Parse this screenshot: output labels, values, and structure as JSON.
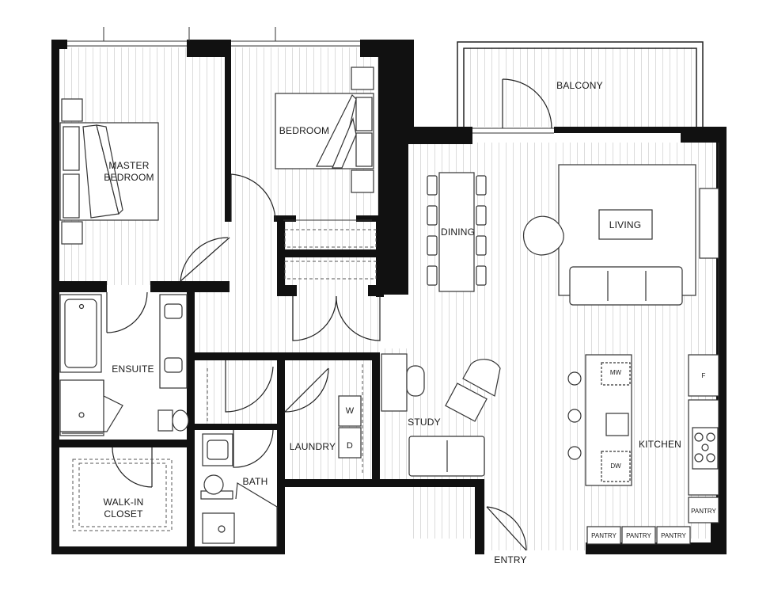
{
  "rooms": {
    "master_bedroom": [
      "MASTER",
      "BEDROOM"
    ],
    "bedroom": "BEDROOM",
    "balcony": "BALCONY",
    "dining": "DINING",
    "living": "LIVING",
    "ensuite": "ENSUITE",
    "study": "STUDY",
    "laundry": "LAUNDRY",
    "kitchen": "KITCHEN",
    "walk_in_closet": [
      "WALK-IN",
      "CLOSET"
    ],
    "bath": "BATH",
    "entry": "ENTRY"
  },
  "fixtures": {
    "washer": "W",
    "dryer": "D",
    "microwave": "MW",
    "dishwasher": "DW",
    "fridge": "F",
    "pantry": "PANTRY"
  },
  "colors": {
    "wall": "#111111",
    "line": "#333333",
    "floor_stripe": "#dcdcdc",
    "background": "#ffffff"
  }
}
